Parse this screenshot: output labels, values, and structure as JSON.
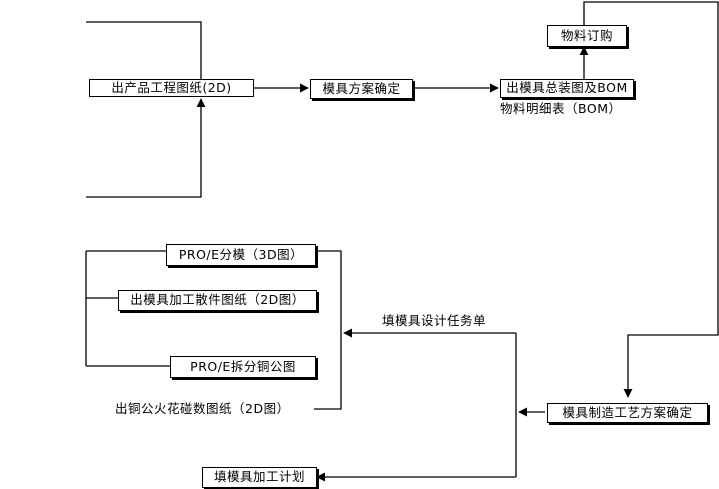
{
  "nodes": {
    "product_drawing": "出产品工程图纸(2D)",
    "mold_plan": "模具方案确定",
    "assembly_bom": "出模具总装图及BOM",
    "bom_caption": "物料明细表（BOM）",
    "material_order": "物料订购",
    "pro_e_split": "PRO/E分模（3D图）",
    "parts_drawing": "出模具加工散件图纸（2D图）",
    "copper_split": "PRO/E拆分铜公图",
    "spark_drawing": "出铜公火花碰数图纸（2D图）",
    "design_task": "填模具设计任务单",
    "process_plan": "模具制造工艺方案确定",
    "machining_plan": "填模具加工计划"
  }
}
